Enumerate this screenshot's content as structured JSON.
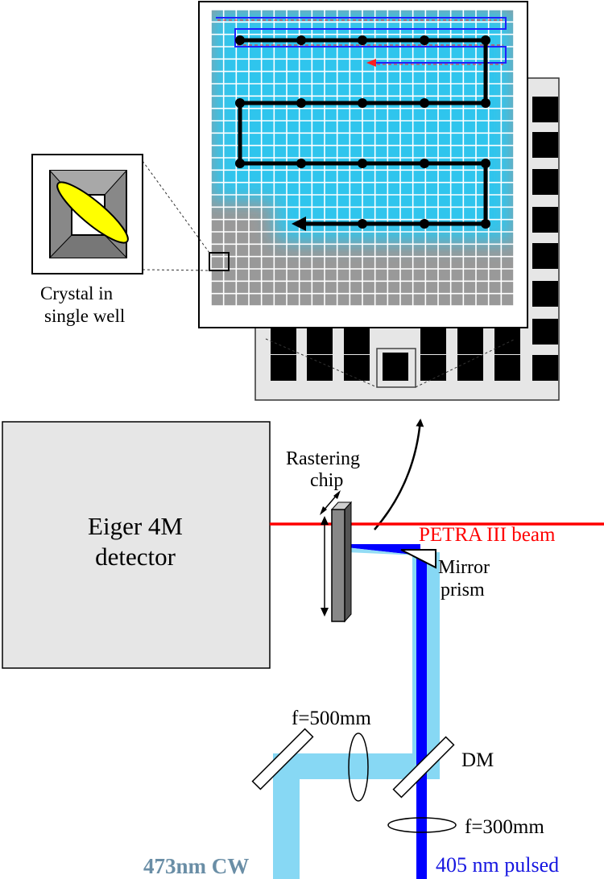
{
  "labels": {
    "detector_line1": "Eiger 4M",
    "detector_line2": "detector",
    "rastering_line1": "Rastering",
    "rastering_line2": "chip",
    "beam": "PETRA III beam",
    "mirror_line1": "Mirror",
    "mirror_line2": "prism",
    "lens_500": "f=500mm",
    "dm": "DM",
    "lens_300": "f=300mm",
    "laser_cw": "473nm CW",
    "laser_pulsed": "405 nm pulsed",
    "crystal_line1": "Crystal in",
    "crystal_line2": "single well"
  },
  "colors": {
    "beam_red": "#ff0000",
    "cw_light_blue": "#87d8f4",
    "pulsed_blue": "#0000ff",
    "crystal_yellow": "#ffff00",
    "illumination_cyan": "#29c8f2",
    "cw_label": "#6a8ea6",
    "pulsed_label": "#1515e0"
  }
}
